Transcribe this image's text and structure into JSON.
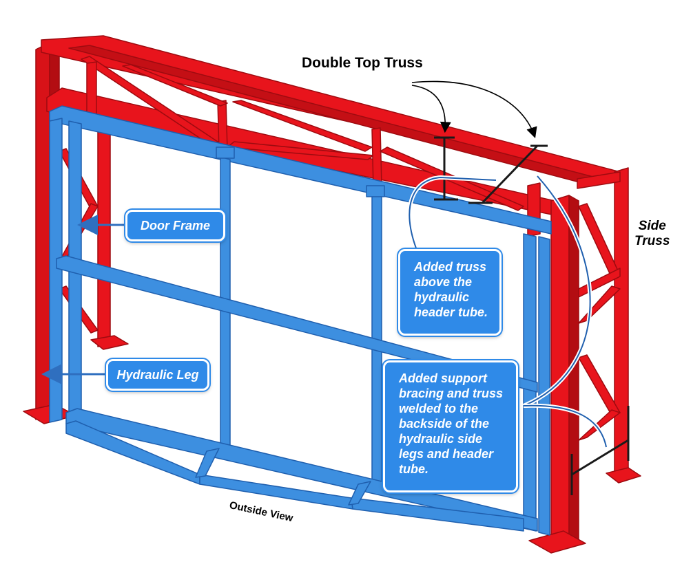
{
  "labels": {
    "double_top_truss": "Double Top Truss",
    "side_truss": "Side\nTruss",
    "outside_view": "Outside View",
    "door_frame": "Door Frame",
    "hydraulic_leg": "Hydraulic Leg",
    "added_truss": "Added truss\nabove the\nhydraulic\nheader tube.",
    "added_support": "Added support\nbracing and truss\nwelded to the\nbackside of the\nhydraulic side\nlegs and header\ntube."
  },
  "colors": {
    "red_frame": "#e8141c",
    "red_dark": "#b30d12",
    "blue_frame": "#3d8fe0",
    "blue_dark": "#1f5fae",
    "callout_fill": "#2f8ae8"
  }
}
